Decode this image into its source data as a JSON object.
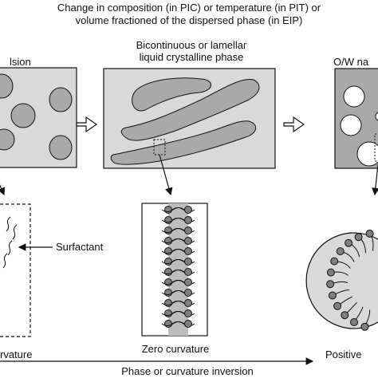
{
  "header": {
    "line1": "Change in composition (in PIC) or temperature (in PIT) or",
    "line2": "volume fractioned of the dispersed phase (in EIP)"
  },
  "panels": {
    "left_label": "lsion",
    "middle_label_line1": "Bicontinuous or lamellar",
    "middle_label_line2": "liquid crystalline phase",
    "right_label": "O/W na"
  },
  "labels": {
    "surfactant": "Surfactant",
    "left_curvature": "rvature",
    "zero_curvature": "Zero curvature",
    "positive_curvature": "Positive",
    "phase_inversion": "Phase or curvature inversion"
  },
  "colors": {
    "panel_fill": "#d9d9d9",
    "droplet_fill": "#a9a9a9",
    "head_fill": "#7f7f7f",
    "line": "#111111"
  }
}
